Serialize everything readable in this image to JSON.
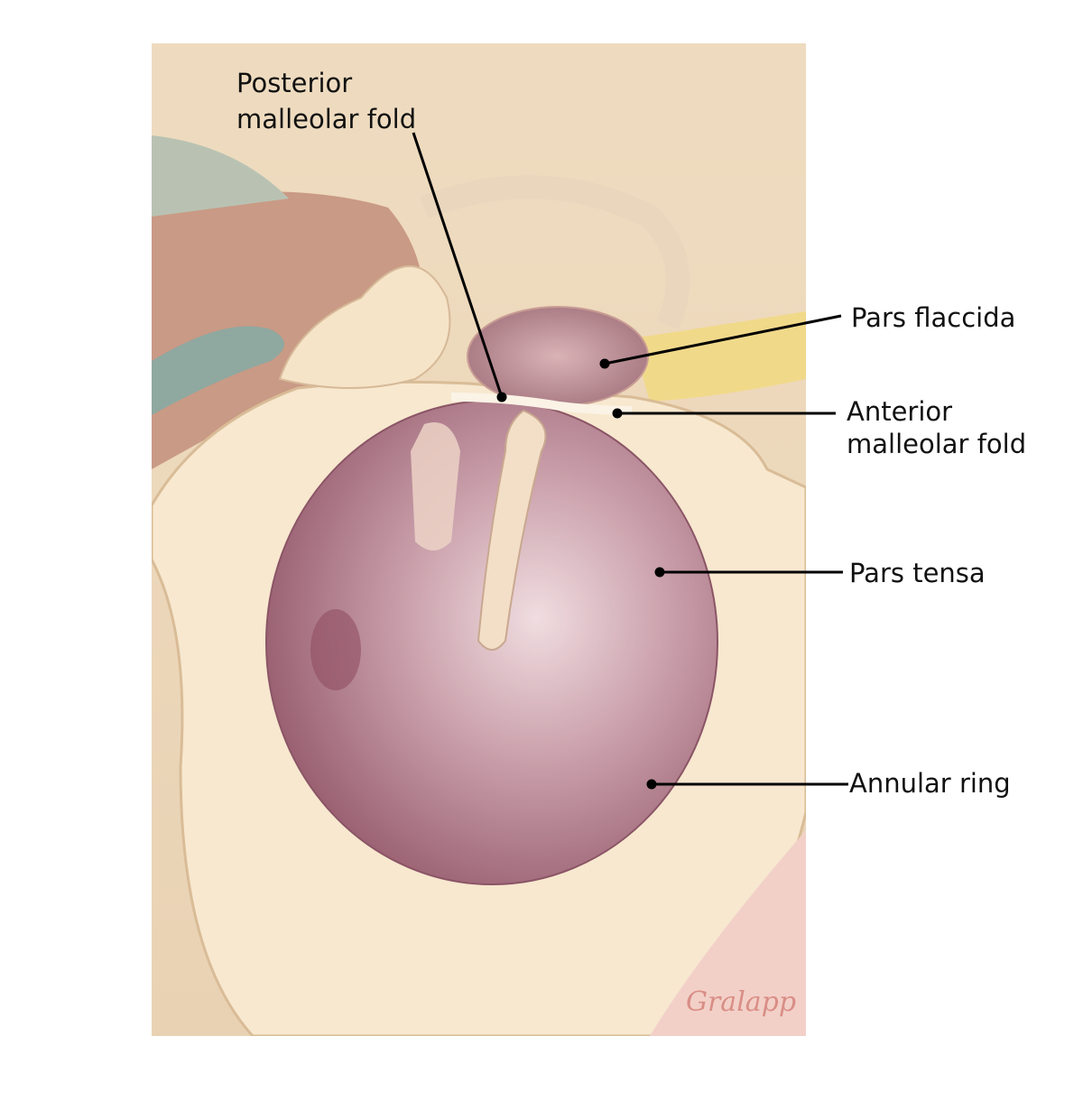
{
  "labels": {
    "posterior_malleolar_fold": [
      "Posterior",
      "malleolar fold"
    ],
    "pars_flaccida": "Pars flaccida",
    "anterior_malleolar_fold": [
      "Anterior",
      "malleolar fold"
    ],
    "pars_tensa": "Pars tensa",
    "annular_ring": "Annular ring"
  },
  "signature": "Gralapp",
  "colors": {
    "background": "#f1dfc3",
    "canal": "#f7e8cf",
    "tympanic_membrane": "#b07a88",
    "leader_line": "#000000"
  }
}
